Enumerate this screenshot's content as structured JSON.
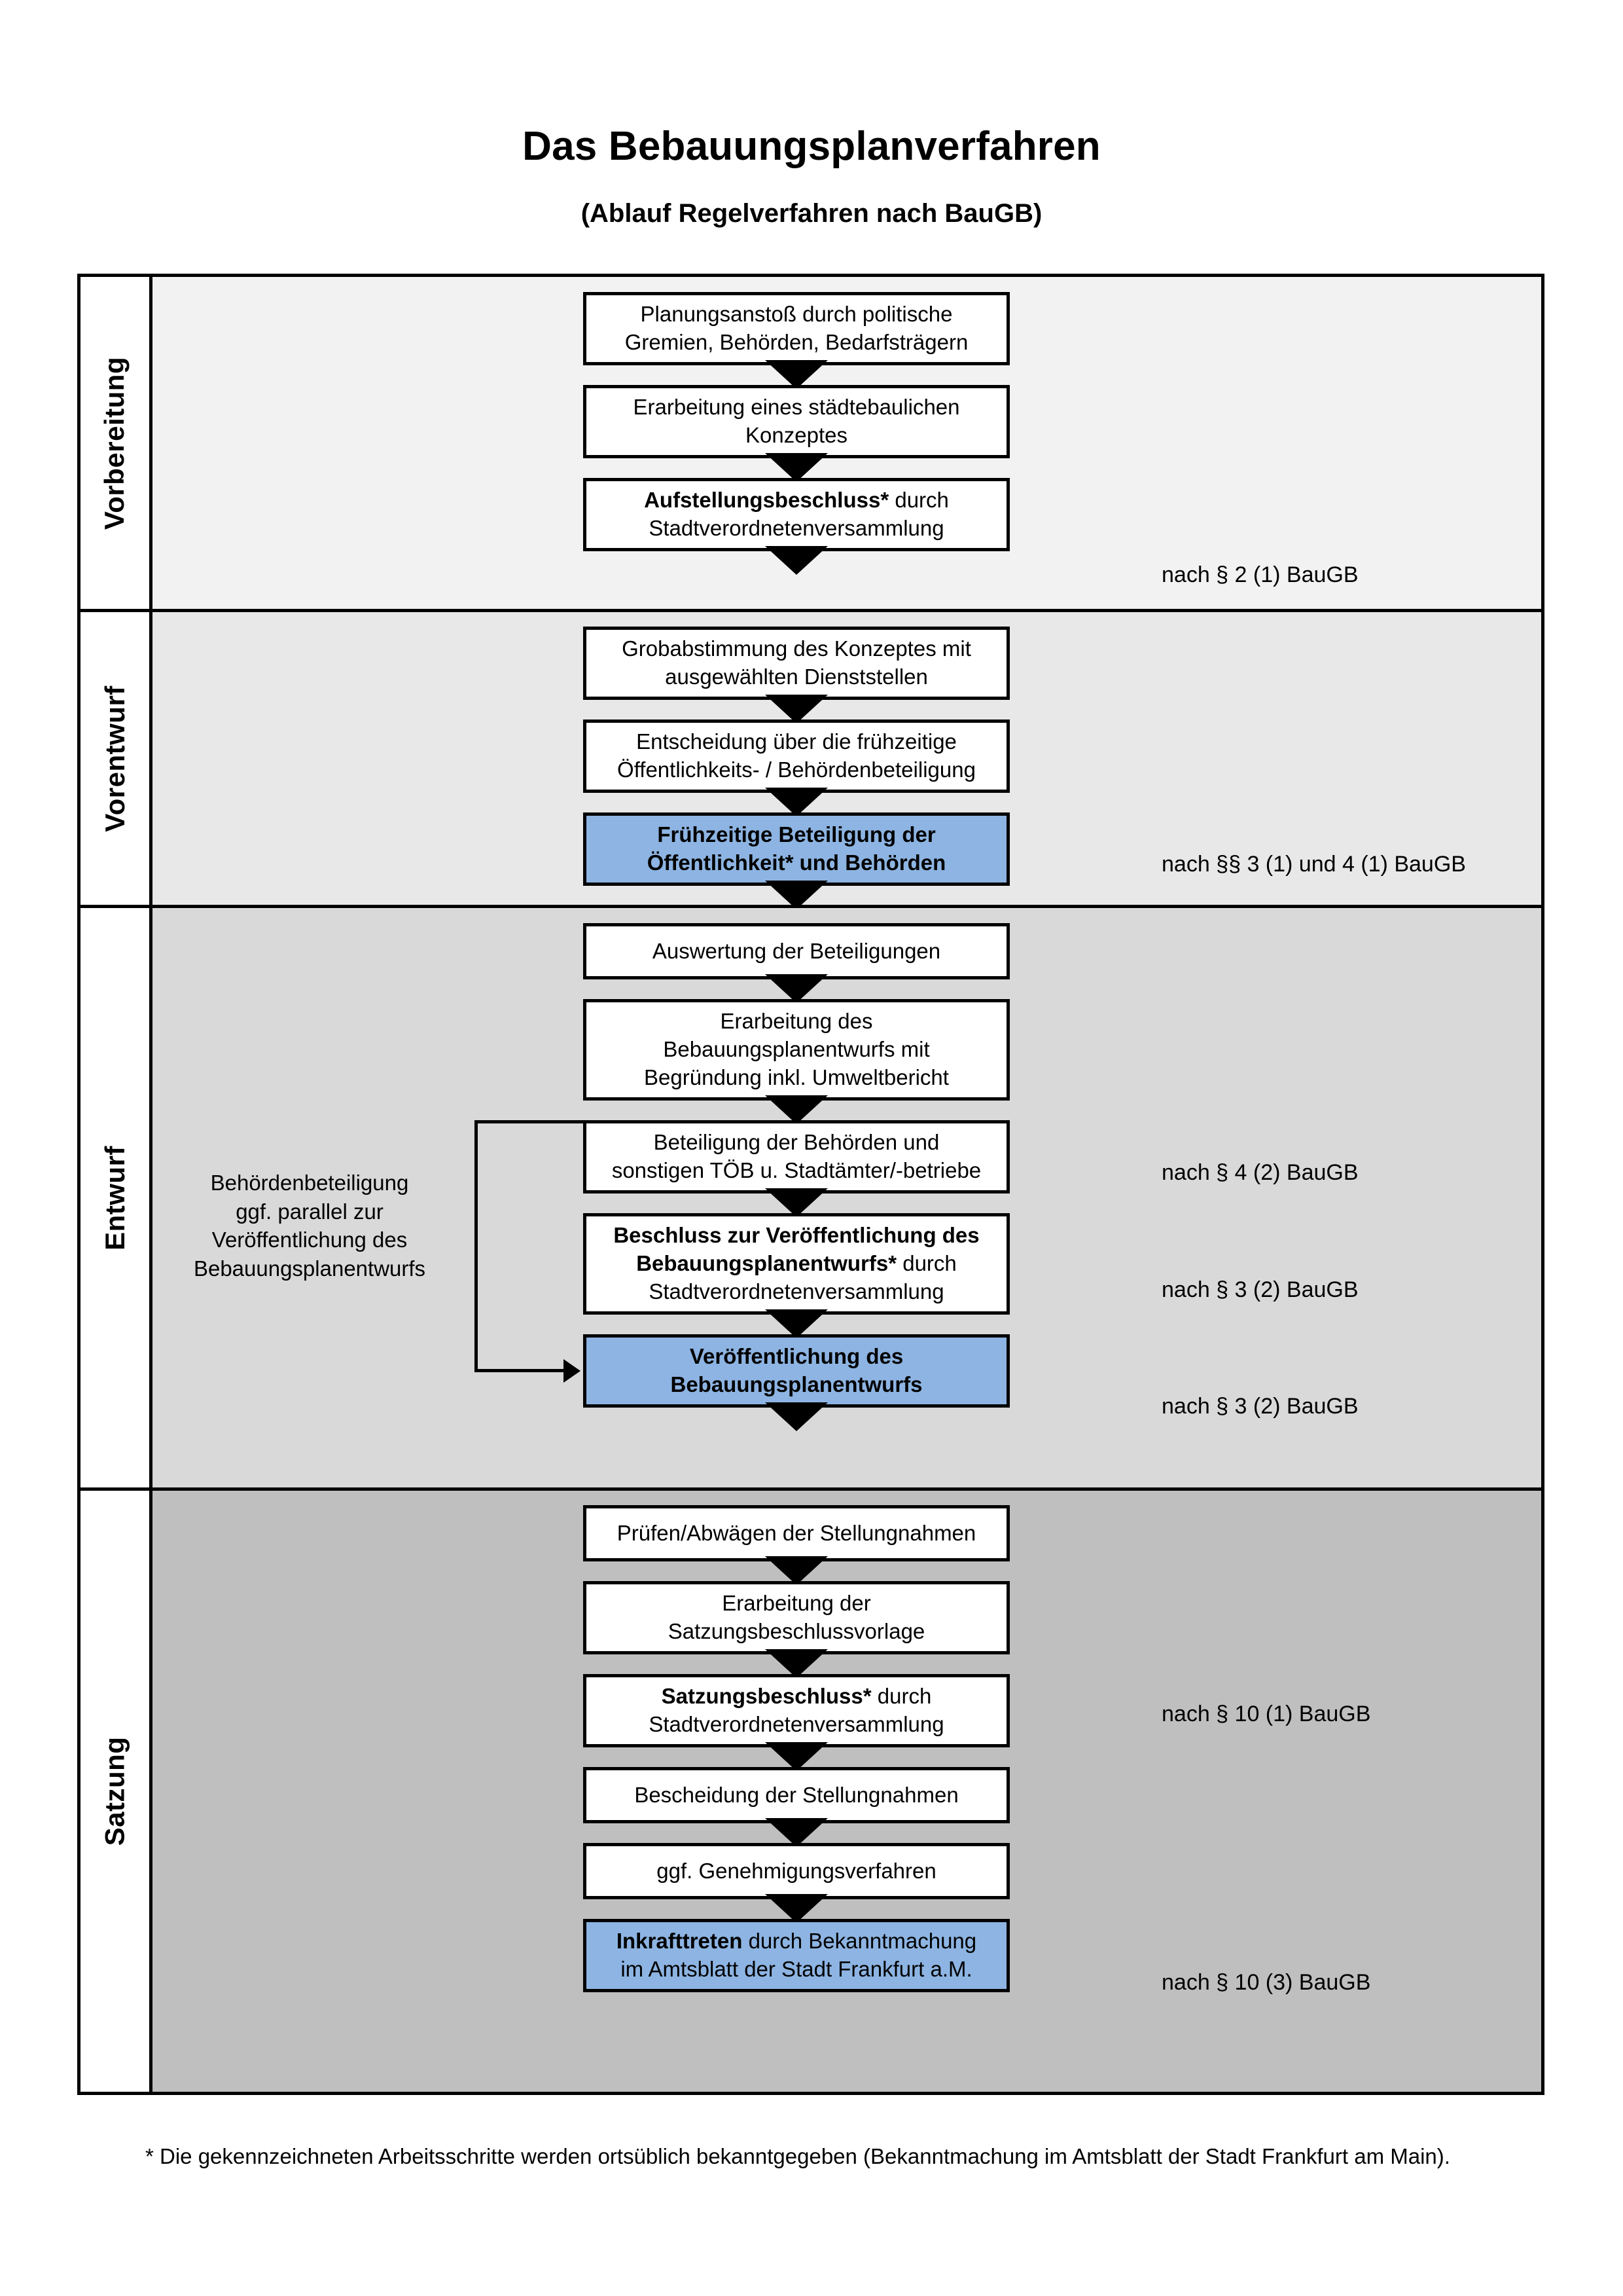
{
  "document": {
    "title": "Das Bebauungsplanverfahren",
    "subtitle": "(Ablauf Regelverfahren nach BauGB)",
    "footnote": "* Die gekennzeichneten Arbeitsschritte werden ortsüblich bekanntgegeben (Bekanntmachung im Amtsblatt  der Stadt Frankfurt am Main)."
  },
  "colors": {
    "highlight_box": "#8DB4E2",
    "phase_1_background": "#F2F2F2",
    "phase_2_background": "#E8E8E8",
    "phase_3_background": "#D9D9D9",
    "phase_4_background": "#BFBFBF",
    "border": "#000000"
  },
  "phases": [
    {
      "label": "Vorbereitung"
    },
    {
      "label": "Vorentwurf"
    },
    {
      "label": "Entwurf"
    },
    {
      "label": "Satzung"
    }
  ],
  "steps": {
    "s1_l1": "Planungsanstoß durch politische",
    "s1_l2": "Gremien, Behörden, Bedarfsträgern",
    "s2_l1": "Erarbeitung eines städtebaulichen",
    "s2_l2": "Konzeptes",
    "s3_bold": "Aufstellungsbeschluss*",
    "s3_rest": " durch",
    "s3_l2": "Stadtverordnetenversammlung",
    "s4_l1": "Grobabstimmung des Konzeptes mit",
    "s4_l2": "ausgewählten Dienststellen",
    "s5_l1": "Entscheidung über die frühzeitige",
    "s5_l2": "Öffentlichkeits- / Behördenbeteiligung",
    "s6_l1": "Frühzeitige Beteiligung der",
    "s6_l2": "Öffentlichkeit* und Behörden",
    "s7_l1": "Auswertung der Beteiligungen",
    "s8_l1": "Erarbeitung des",
    "s8_l2": "Bebauungsplanentwurfs mit",
    "s8_l3": "Begründung inkl. Umweltbericht",
    "s9_l1": "Beteiligung der Behörden und",
    "s9_l2": "sonstigen TÖB u. Stadtämter/-betriebe",
    "s10_l1_bold": "Beschluss zur Veröffentlichung des",
    "s10_l2_bold": "Bebauungsplanentwurfs*",
    "s10_l2_rest": " durch",
    "s10_l3": "Stadtverordnetenversammlung",
    "s11_l1": "Veröffentlichung des",
    "s11_l2": "Bebauungsplanentwurfs",
    "s12_l1": "Prüfen/Abwägen der Stellungnahmen",
    "s13_l1": "Erarbeitung der",
    "s13_l2": "Satzungsbeschlussvorlage",
    "s14_bold": "Satzungsbeschluss*",
    "s14_rest": " durch",
    "s14_l2": "Stadtverordnetenversammlung",
    "s15_l1": "Bescheidung der Stellungnahmen",
    "s16_l1": "ggf. Genehmigungsverfahren",
    "s17_bold": "Inkrafttreten",
    "s17_rest": " durch Bekanntmachung",
    "s17_l2": "im Amtsblatt der Stadt Frankfurt a.M."
  },
  "side_note": {
    "l1": "Behördenbeteiligung",
    "l2": "ggf. parallel zur",
    "l3": "Veröffentlichung des",
    "l4": "Bebauungsplanentwurfs"
  },
  "law_notes": {
    "n1": "nach § 2 (1) BauGB",
    "n2": "nach §§ 3 (1) und 4 (1) BauGB",
    "n3": "nach § 4 (2) BauGB",
    "n4": "nach § 3 (2) BauGB",
    "n5": "nach § 3 (2) BauGB",
    "n6": "nach § 10 (1) BauGB",
    "n7": "nach § 10 (3) BauGB"
  }
}
